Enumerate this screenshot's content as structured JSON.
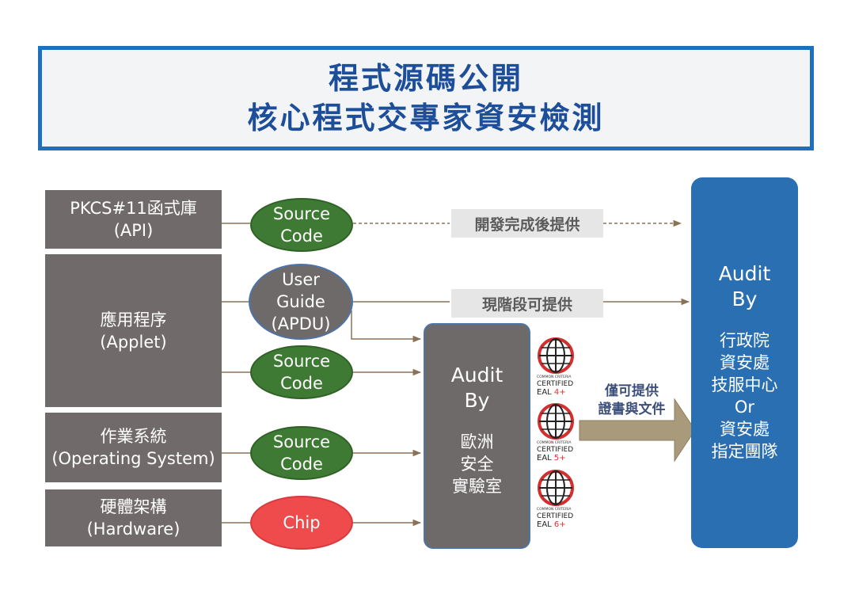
{
  "title": {
    "line1": "程式源碼公開",
    "line2": "核心程式交專家資安檢測"
  },
  "layers": [
    {
      "name": "PKCS#11函式庫",
      "sub": "(API)"
    },
    {
      "name": "應用程序",
      "sub": "(Applet)"
    },
    {
      "name": "作業系統",
      "sub": "(Operating System)"
    },
    {
      "name": "硬體架構",
      "sub": "(Hardware)"
    }
  ],
  "items": {
    "pkcs_source": {
      "line1": "Source",
      "line2": "Code"
    },
    "user_guide": {
      "line1": "User",
      "line2": "Guide",
      "line3": "(APDU)"
    },
    "applet_source": {
      "line1": "Source",
      "line2": "Code"
    },
    "os_source": {
      "line1": "Source",
      "line2": "Code"
    },
    "chip": {
      "line1": "Chip"
    }
  },
  "tags": {
    "after_dev": "開發完成後提供",
    "now_available": "現階段可提供"
  },
  "eu_lab": {
    "audit": "Audit",
    "by": "By",
    "name_line1": "歐洲",
    "name_line2": "安全",
    "name_line3": "實驗室"
  },
  "certs": [
    {
      "small": "COMMON CRITERIA",
      "certified": "CERTIFIED",
      "eal": "EAL",
      "level": "4+"
    },
    {
      "small": "COMMON CRITERIA",
      "certified": "CERTIFIED",
      "eal": "EAL",
      "level": "5+"
    },
    {
      "small": "COMMON CRITERIA",
      "certified": "CERTIFIED",
      "eal": "EAL",
      "level": "6+"
    }
  ],
  "cert_note": {
    "line1": "僅可提供",
    "line2": "證書與文件"
  },
  "tw_audit": {
    "audit": "Audit",
    "by": "By",
    "line1": "行政院",
    "line2": "資安處",
    "line3": "技服中心",
    "or": "Or",
    "line4": "資安處",
    "line5": "指定團隊"
  },
  "colors": {
    "title_border": "#1f6fbf",
    "title_text": "#1d4e9a",
    "layer_bg": "#706b6a",
    "green": "#3f7a34",
    "red": "#ef4b4d",
    "blue_box": "#2b6fb3",
    "arrow_fill": "#a89a7a"
  }
}
